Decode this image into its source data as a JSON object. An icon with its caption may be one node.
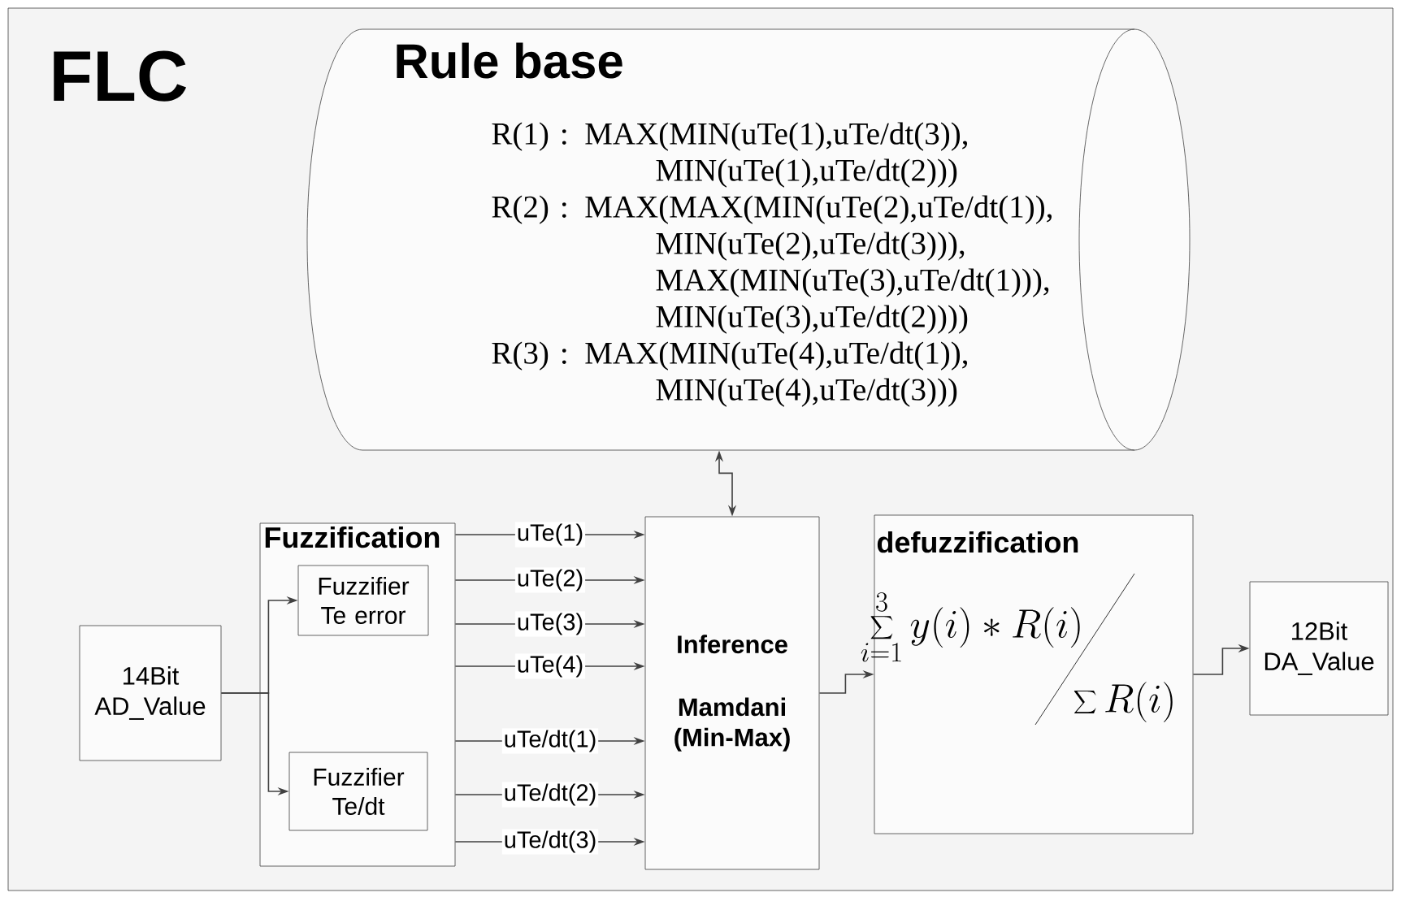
{
  "diagram": {
    "nodes": [
      {
        "text": [
          "FLC"
        ]
      },
      {
        "text": [
          "Rule base",
          "R(1) : MAX(MIN(uTe(1),uTe/dt(3)), MIN(uTe(1),uTe/dt(2)))",
          "R(2) : MAX(MAX(MIN(uTe(2),uTe/dt(1)), MIN(uTe(2),uTe/dt(3))), MAX(MIN(uTe(3),uTe/dt(1))), MIN(uTe(3),uTe/dt(2))))",
          "R(3) : MAX(MIN(uTe(4),uTe/dt(1)), MIN(uTe(4),uTe/dt(3)))"
        ],
        "in": 0
      },
      {
        "text": [
          "Fuzzification"
        ],
        "in": 0
      },
      {
        "text": [
          "Fuzzifier Te error"
        ],
        "in": 2
      },
      {
        "text": [
          "Fuzzifier Te/dt"
        ],
        "in": 2
      },
      {
        "text": [
          "14Bit AD_Value"
        ],
        "in": 0
      },
      {
        "text": [
          "Inference",
          "Mamdani (Min-Max)"
        ],
        "in": 0
      },
      {
        "text": [
          "defuzzification",
          "\\sum_{i=1}^{3} y(i)*R(i)",
          "\\sum R(i)"
        ],
        "in": 0
      },
      {
        "text": [
          "12Bit DA_Value"
        ],
        "in": 0
      }
    ],
    "edges": [
      {
        "from": 5,
        "to": 3,
        "arrow": "to"
      },
      {
        "from": 5,
        "to": 4,
        "arrow": "to"
      },
      {
        "from": 2,
        "to": 6,
        "label": "uTe(1)",
        "arrow": "to"
      },
      {
        "from": 2,
        "to": 6,
        "label": "uTe(2)",
        "arrow": "to"
      },
      {
        "from": 2,
        "to": 6,
        "label": "uTe(3)",
        "arrow": "to"
      },
      {
        "from": 2,
        "to": 6,
        "label": "uTe(4)",
        "arrow": "to"
      },
      {
        "from": 2,
        "to": 6,
        "label": "uTe/dt(1)",
        "arrow": "to"
      },
      {
        "from": 2,
        "to": 6,
        "label": "uTe/dt(2)",
        "arrow": "to"
      },
      {
        "from": 2,
        "to": 6,
        "label": "uTe/dt(3)",
        "arrow": "to"
      },
      {
        "from": 6,
        "to": 1,
        "arrow": "both"
      },
      {
        "from": 6,
        "to": 7,
        "arrow": "to"
      },
      {
        "from": 7,
        "to": 8,
        "arrow": "to"
      }
    ]
  }
}
